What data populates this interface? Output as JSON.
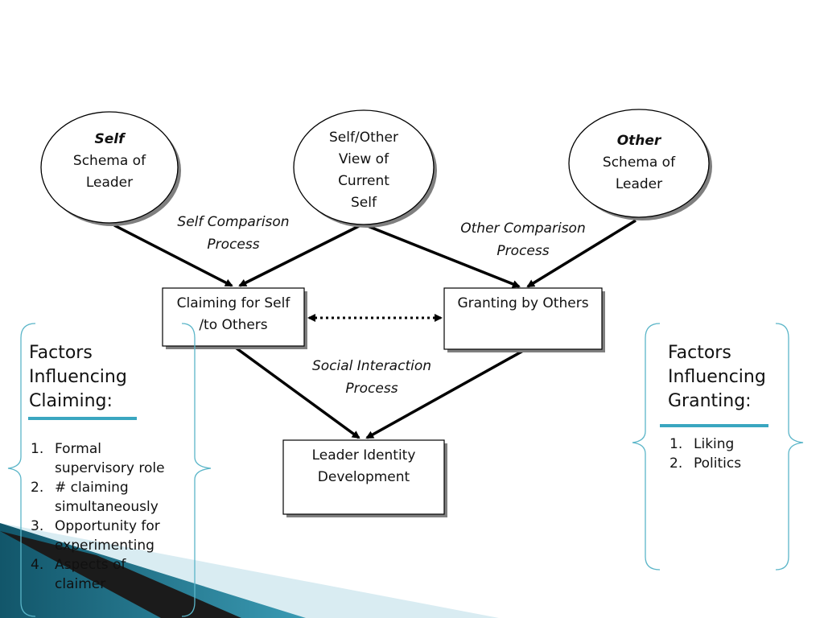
{
  "nodes": {
    "self_schema": {
      "heading": "Self",
      "lines": [
        "Schema of",
        "Leader"
      ]
    },
    "current_self": {
      "lines": [
        "Self/Other",
        "View of",
        "Current",
        "Self"
      ]
    },
    "other_schema": {
      "heading": "Other",
      "lines": [
        "Schema of",
        "Leader"
      ]
    },
    "claiming": {
      "lines": [
        "Claiming for Self",
        "/to Others"
      ]
    },
    "granting": {
      "lines": [
        "Granting by Others"
      ]
    },
    "identity": {
      "lines": [
        "Leader Identity",
        "Development"
      ]
    }
  },
  "processes": {
    "self_comparison": [
      "Self Comparison",
      "Process"
    ],
    "other_comparison": [
      "Other Comparison",
      "Process"
    ],
    "social_interaction": [
      "Social Interaction",
      "Process"
    ]
  },
  "claiming_factors": {
    "title": [
      "Factors",
      "Influencing",
      "Claiming:"
    ],
    "items": [
      {
        "num": "1.",
        "lines": [
          "Formal",
          "supervisory role"
        ]
      },
      {
        "num": "2.",
        "lines": [
          "# claiming",
          "simultaneously"
        ]
      },
      {
        "num": "3.",
        "lines": [
          "Opportunity for",
          "experimenting"
        ]
      },
      {
        "num": "4.",
        "lines": [
          "Aspects of",
          "claimer"
        ]
      }
    ]
  },
  "granting_factors": {
    "title": [
      "Factors",
      "Influencing",
      "Granting:"
    ],
    "items": [
      {
        "num": "1.",
        "lines": [
          "Liking"
        ]
      },
      {
        "num": "2.",
        "lines": [
          "Politics"
        ]
      }
    ]
  },
  "colors": {
    "accent": "#3aa6c0",
    "bracket": "#5ab5c8",
    "dark_wave": "#1b1b1b",
    "teal_wave": "#1e6f84"
  }
}
